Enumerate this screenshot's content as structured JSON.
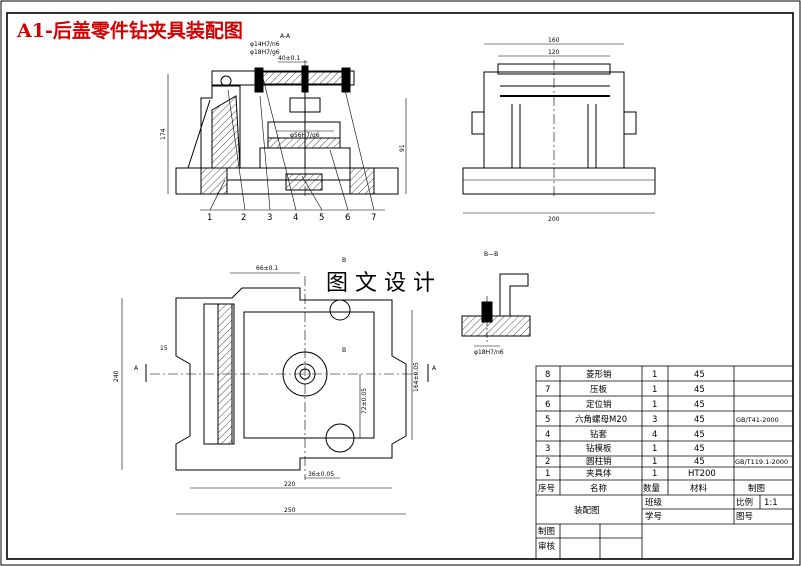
{
  "title": "A1-后盖零件钻夹具装配图",
  "watermark": "图 文 设 计",
  "colors": {
    "title": "#d40000",
    "line": "#000000",
    "hatch": "#000000"
  },
  "balloons": [
    "1",
    "2",
    "3",
    "4",
    "5",
    "6",
    "7"
  ],
  "front_view": {
    "dims": {
      "hole_fit_top": "φ14H7/n6",
      "hole_fit_2": "φ18H7/g6",
      "spacing": "40±0.1",
      "section_mark": "A-A",
      "bore_fit": "φ56H7/g6",
      "height_174": "174",
      "height_91": "91"
    }
  },
  "side_view": {
    "dims": {
      "width_160": "160",
      "width_120": "120",
      "width_200": "200"
    }
  },
  "plan_view": {
    "dims": {
      "len_66": "66±0.1",
      "w_15": "15",
      "h_240": "240",
      "h_164": "164±0.05",
      "h_72": "72±0.05",
      "len_36": "36±0.05",
      "len_220": "220",
      "len_250": "250",
      "mark_a_left": "A",
      "mark_a_right": "A",
      "mark_b_top": "B",
      "mark_b_bottom": "B"
    }
  },
  "detail_bb": {
    "label": "B—B",
    "fit": "φ18H7/n6"
  },
  "bom": {
    "rows": [
      {
        "no": "8",
        "name": "菱形销",
        "qty": "1",
        "mat": "45",
        "note": ""
      },
      {
        "no": "7",
        "name": "压板",
        "qty": "1",
        "mat": "45",
        "note": ""
      },
      {
        "no": "6",
        "name": "定位销",
        "qty": "1",
        "mat": "45",
        "note": ""
      },
      {
        "no": "5",
        "name": "六角螺母M20",
        "qty": "3",
        "mat": "45",
        "note": "GB/T41-2000"
      },
      {
        "no": "4",
        "name": "钻套",
        "qty": "4",
        "mat": "45",
        "note": ""
      },
      {
        "no": "3",
        "name": "钻模板",
        "qty": "1",
        "mat": "45",
        "note": ""
      },
      {
        "no": "2",
        "name": "圆柱销",
        "qty": "1",
        "mat": "45",
        "note": "GB/T119.1-2000"
      },
      {
        "no": "1",
        "name": "夹具体",
        "qty": "1",
        "mat": "HT200",
        "note": ""
      }
    ],
    "header": {
      "no": "序号",
      "name": "名称",
      "qty": "数量",
      "mat": "材料",
      "note": "制图"
    }
  },
  "title_block": {
    "drawing_name": "装配图",
    "class_label": "班级",
    "student_id_label": "学号",
    "scale_label": "比例",
    "scale_value": "1:1",
    "drawing_no_label": "图号",
    "drafter_label": "制图",
    "reviewer_label": "审核"
  }
}
